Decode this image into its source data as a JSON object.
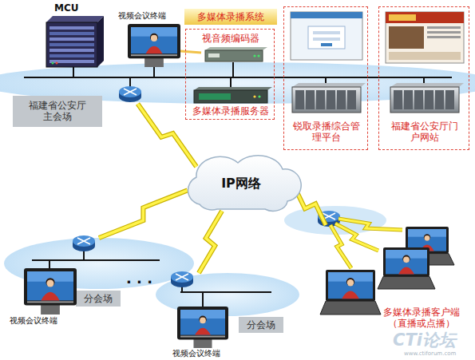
{
  "diagram": {
    "nodes": [
      {
        "text": [
          "MCU"
        ]
      },
      {
        "text": [
          "视频会议终端"
        ]
      },
      {
        "text": [
          "多媒体录播系统"
        ]
      },
      {
        "text": [
          "视音频编码器"
        ],
        "in": 2
      },
      {
        "text": [
          "多媒体录播服务器"
        ],
        "in": 2
      },
      {
        "text": [
          "锐取录播综合管理平台"
        ]
      },
      {
        "text": [
          "福建省公安厅门户网站"
        ]
      },
      {
        "text": [
          "福建省公安厅 主会场"
        ]
      },
      {
        "text": [
          "IP网络"
        ]
      },
      {
        "text": [
          "分会场"
        ]
      },
      {
        "text": [
          "视频会议终端"
        ]
      },
      {
        "text": [
          "分会场"
        ]
      },
      {
        "text": [
          "视频会议终端"
        ]
      },
      {
        "text": [
          "多媒体录播客户端 （直播或点播）"
        ]
      }
    ],
    "edges": [
      {
        "from": 7,
        "to": 8,
        "arrow": "none"
      },
      {
        "from": 9,
        "to": 8,
        "arrow": "none"
      },
      {
        "from": 11,
        "to": 8,
        "arrow": "none"
      },
      {
        "from": 13,
        "to": 8,
        "arrow": "none"
      }
    ],
    "labels": [
      "· · ·",
      "CTi论坛",
      "www.ctiforum.com"
    ]
  }
}
